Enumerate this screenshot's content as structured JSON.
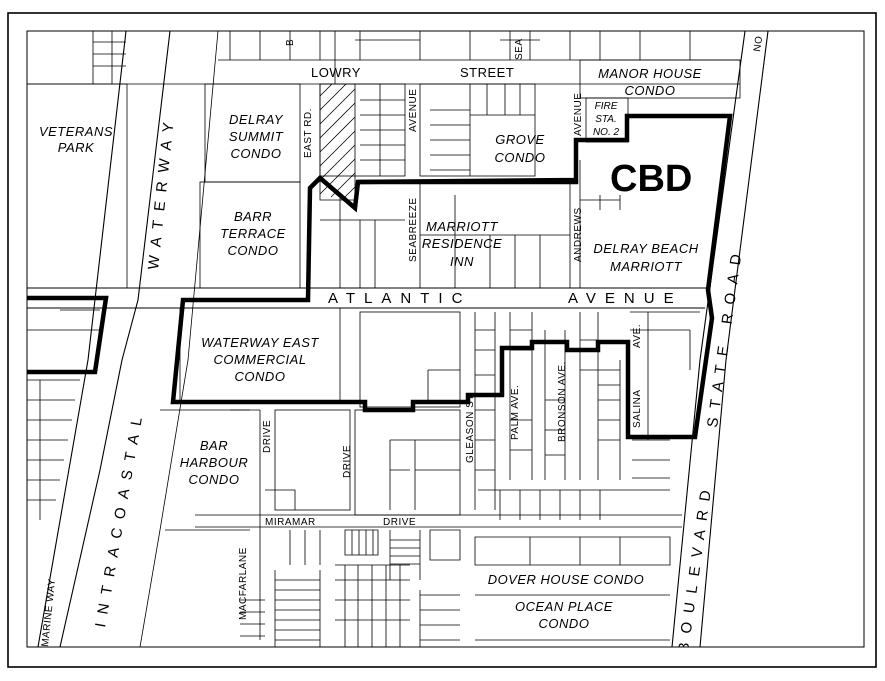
{
  "district_label": "CBD",
  "streets": {
    "lowry": "LOWRY",
    "street": "STREET",
    "sea": "SEA",
    "b": "B",
    "east_rd": "EAST RD.",
    "avenue_a": "AVENUE",
    "avenue_b": "AVENUE",
    "seabreeze": "SEABREEZE",
    "andrews": "ANDREWS",
    "atlantic": "ATLANTIC",
    "atlantic_avenue": "AVENUE",
    "waterway": "WATERWAY",
    "intracoastal": "INTRACOASTAL",
    "state_road": "STATE ROAD",
    "boulevard": "BOULEVARD",
    "gleason": "GLEASON ST.",
    "palm": "PALM AVE.",
    "bronson": "BRONSON AVE.",
    "salina": "SALINA",
    "salina_ave": "AVE.",
    "drive_1": "DRIVE",
    "drive_2": "DRIVE",
    "miramar": "MIRAMAR",
    "miramar_drive": "DRIVE",
    "macfarlane": "MACFARLANE",
    "marine_way": "MARINE WAY",
    "no": "NO"
  },
  "places": {
    "veterans_park": [
      "VETERANS",
      "PARK"
    ],
    "delray_summit": [
      "DELRAY",
      "SUMMIT",
      "CONDO"
    ],
    "barr_terrace": [
      "BARR",
      "TERRACE",
      "CONDO"
    ],
    "grove": [
      "GROVE",
      "CONDO"
    ],
    "manor_house": [
      "MANOR HOUSE",
      "CONDO"
    ],
    "fire_station": [
      "FIRE",
      "STA.",
      "NO. 2"
    ],
    "marriott_residence": [
      "MARRIOTT",
      "RESIDENCE",
      "INN"
    ],
    "delray_beach_marriott": [
      "DELRAY BEACH",
      "MARRIOTT"
    ],
    "waterway_east": [
      "WATERWAY EAST",
      "COMMERCIAL",
      "CONDO"
    ],
    "bar_harbour": [
      "BAR",
      "HARBOUR",
      "CONDO"
    ],
    "dover_house": [
      "DOVER HOUSE CONDO"
    ],
    "ocean_place": [
      "OCEAN PLACE",
      "CONDO"
    ]
  },
  "colors": {
    "ink": "#000000",
    "paper": "#ffffff"
  }
}
